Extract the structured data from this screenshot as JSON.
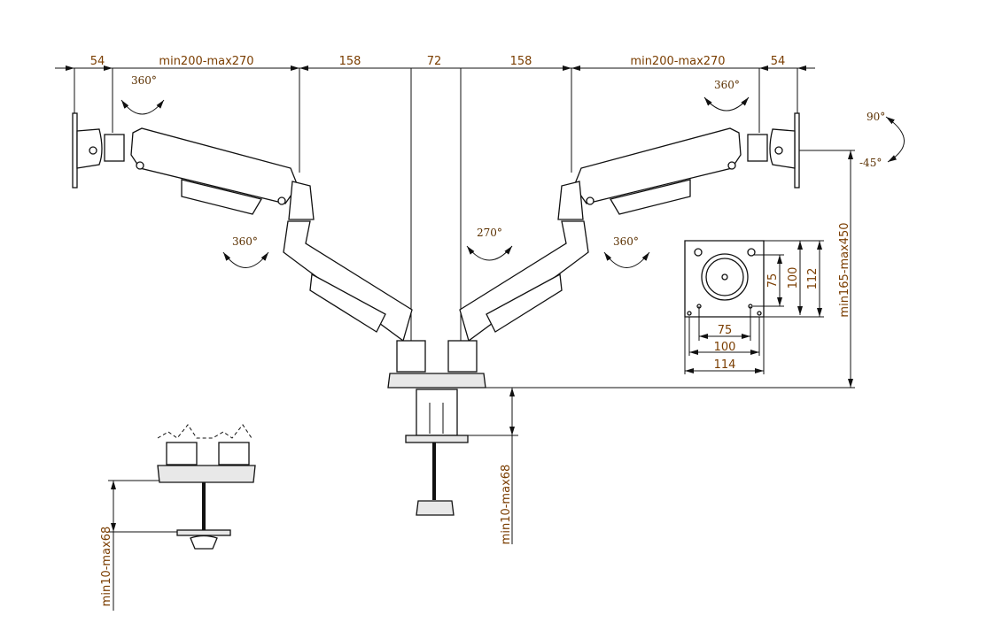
{
  "diagram": {
    "top_dimensions": [
      "54",
      "min200-max270",
      "158",
      "72",
      "158",
      "min200-max270",
      "54"
    ],
    "rotations": {
      "left_head": "360°",
      "right_head": "360°",
      "tilt_up": "90°",
      "tilt_down": "-45°",
      "left_arm": "360°",
      "center": "270°",
      "right_arm": "360°"
    },
    "vesa_plate": {
      "vertical": [
        "75",
        "100",
        "112"
      ],
      "horizontal": [
        "75",
        "100",
        "114"
      ]
    },
    "height_range": "min165-max450",
    "clamp_range": "min10-max68",
    "grommet_range": "min10-max68",
    "text_color": "#7a3d00"
  }
}
